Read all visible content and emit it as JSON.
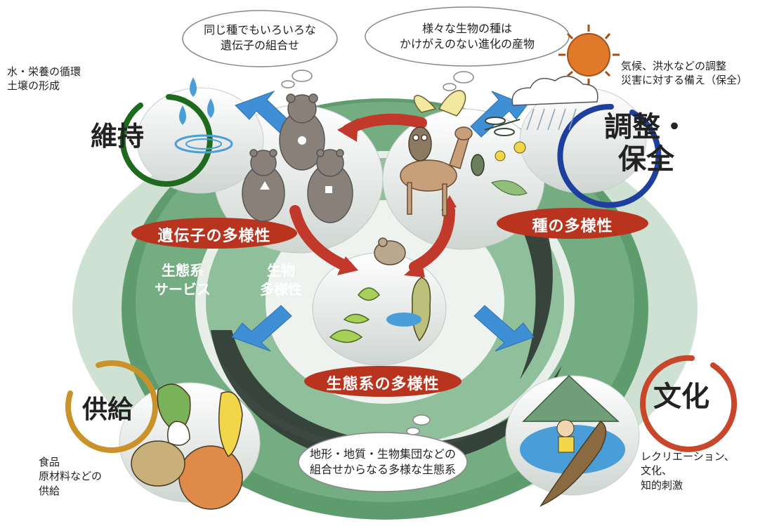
{
  "bubbles": {
    "genetic_combo": "同じ種でもいろいろな\n遺伝子の組合せ",
    "species_evolution": "様々な生物の種は\nかけがえのない進化の産物",
    "ecosystem_combo": "地形・地質・生物集団などの\n組合せからなる多様な生態系"
  },
  "diversity_labels": {
    "genetic": "遺伝子の多様性",
    "species": "種の多様性",
    "ecosystem": "生態系の多様性"
  },
  "center_labels": {
    "ecosystem_services": "生態系\nサービス",
    "biodiversity": "生物\n多様性"
  },
  "services": {
    "maintain": {
      "name": "維持",
      "description": "水・栄養の循環\n土壌の形成",
      "ring_color": "#1e6b1e"
    },
    "regulate": {
      "name": "調整・\n保全",
      "description": "気候、洪水などの調整\n災害に対する備え（保全）",
      "ring_color": "#1f3f9e"
    },
    "provision": {
      "name": "供給",
      "description": "食品\n原材料などの\n供給",
      "ring_color": "#c9922a"
    },
    "culture": {
      "name": "文化",
      "description": "レクリエーション、\n文化、\n知的刺激",
      "ring_color": "#c8462a"
    }
  },
  "colors": {
    "ring_green": "#6fa87c",
    "ring_dark": "#2f3f36",
    "pill_red": "#b8341f",
    "arrow_blue": "#3f8fd6",
    "arrow_red": "#c0392b"
  },
  "icons": [
    "water-drops-icon",
    "bear-icon",
    "deer-icon",
    "butterfly-icon",
    "owl-icon",
    "dragonfly-icon",
    "beetle-icon",
    "flower-icon",
    "sun-icon",
    "cloud-rain-icon",
    "pika-icon",
    "plant-icon",
    "tree-icon",
    "vegetables-icon",
    "mountain-icon",
    "canoe-person-icon"
  ]
}
